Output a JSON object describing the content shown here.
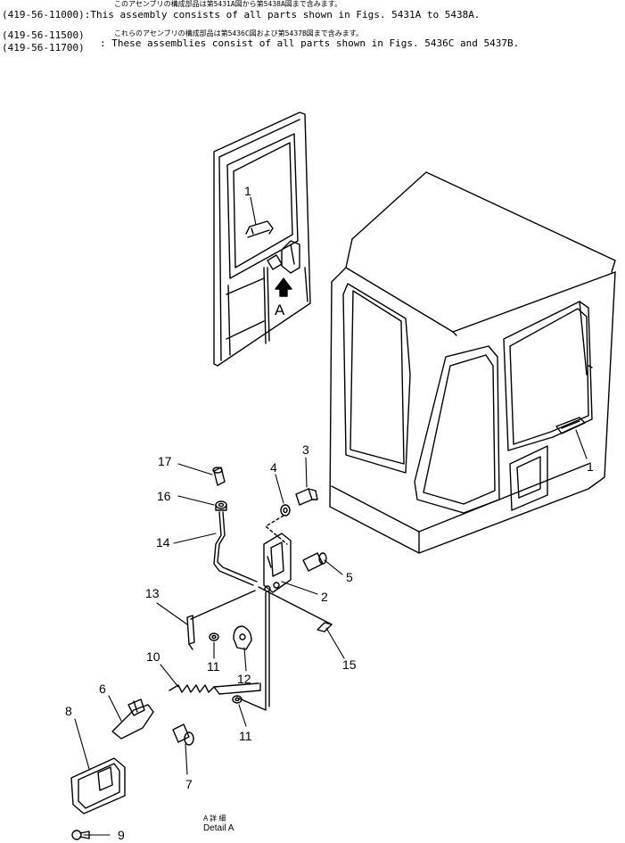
{
  "header": {
    "line1_jp": "このアセンブリの構成部品は第5431A図から第5438A図まで含みます。",
    "line1_code": "(419-56-11000):",
    "line1_text": "This assembly consists of all parts shown in Figs. 5431A to 5438A.",
    "line2_jp": "これらのアセンブリの構成部品は第5436C図および第5437B図まで含みます。",
    "line2_code_a": "(419-56-11500)",
    "line2_code_b": "(419-56-11700)",
    "line2_text": ": These assemblies consist of all parts shown in Figs. 5436C and 5437B."
  },
  "callouts": {
    "c1_door": "1",
    "c1_cab": "1",
    "view_a": "A",
    "c2": "2",
    "c3": "3",
    "c4": "4",
    "c5": "5",
    "c6": "6",
    "c7": "7",
    "c8": "8",
    "c9": "9",
    "c10": "10",
    "c11_upper": "11",
    "c11_lower": "11",
    "c12": "12",
    "c13": "13",
    "c14": "14",
    "c15": "15",
    "c16": "16",
    "c17": "17"
  },
  "detail_label": {
    "jp": "A 詳 細",
    "en": "Detail A"
  }
}
